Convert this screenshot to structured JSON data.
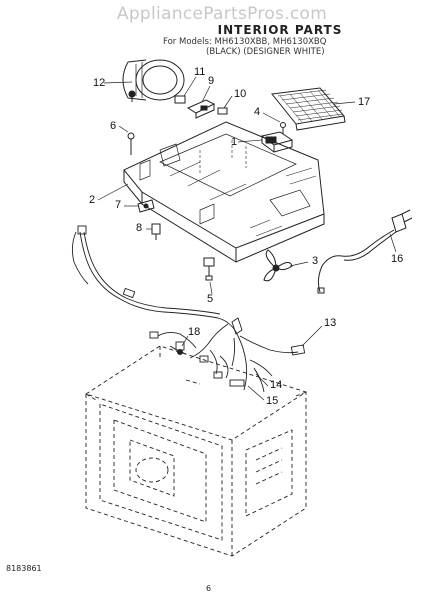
{
  "header": {
    "watermark": "AppliancePartsPros.com",
    "title": "INTERIOR PARTS",
    "model_line_1": "For Models: MH6130XBB, MH6130XBQ",
    "model_line_2": "(BLACK) (DESIGNER WHITE)"
  },
  "callouts": [
    "12",
    "11",
    "9",
    "10",
    "6",
    "4",
    "17",
    "1",
    "2",
    "7",
    "8",
    "3",
    "16",
    "5",
    "13",
    "18",
    "14",
    "15"
  ],
  "footer": {
    "code": "8183861",
    "page": "6"
  }
}
